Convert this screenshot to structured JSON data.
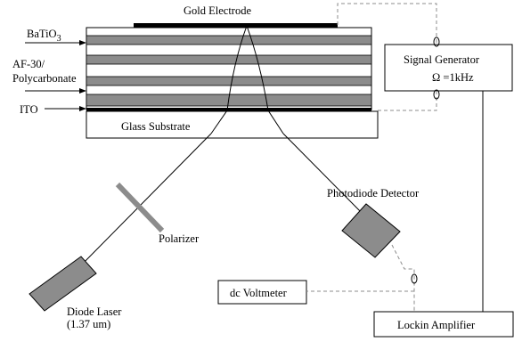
{
  "labels": {
    "gold_electrode": "Gold Electrode",
    "batio3_base": "BaTiO",
    "batio3_sub": "3",
    "af30_line1": "AF-30/",
    "af30_line2": "Polycarbonate",
    "ito": "ITO",
    "glass_substrate": "Glass Substrate",
    "signal_generator_line1": "Signal Generator",
    "signal_generator_line2": "Ω =1kHz",
    "photodiode_detector": "Photodiode Detector",
    "polarizer": "Polarizer",
    "dc_voltmeter": "dc Voltmeter",
    "diode_laser_line1": "Diode Laser",
    "diode_laser_line2": "(1.37 um)",
    "lockin_amplifier": "Lockin Amplifier"
  },
  "colors": {
    "layer_gray": "#8c8c8c",
    "component_gray": "#8c8c8c",
    "electrode": "#000000",
    "wire_dashed": "#8c8c8c",
    "wire_solid": "#000000"
  }
}
